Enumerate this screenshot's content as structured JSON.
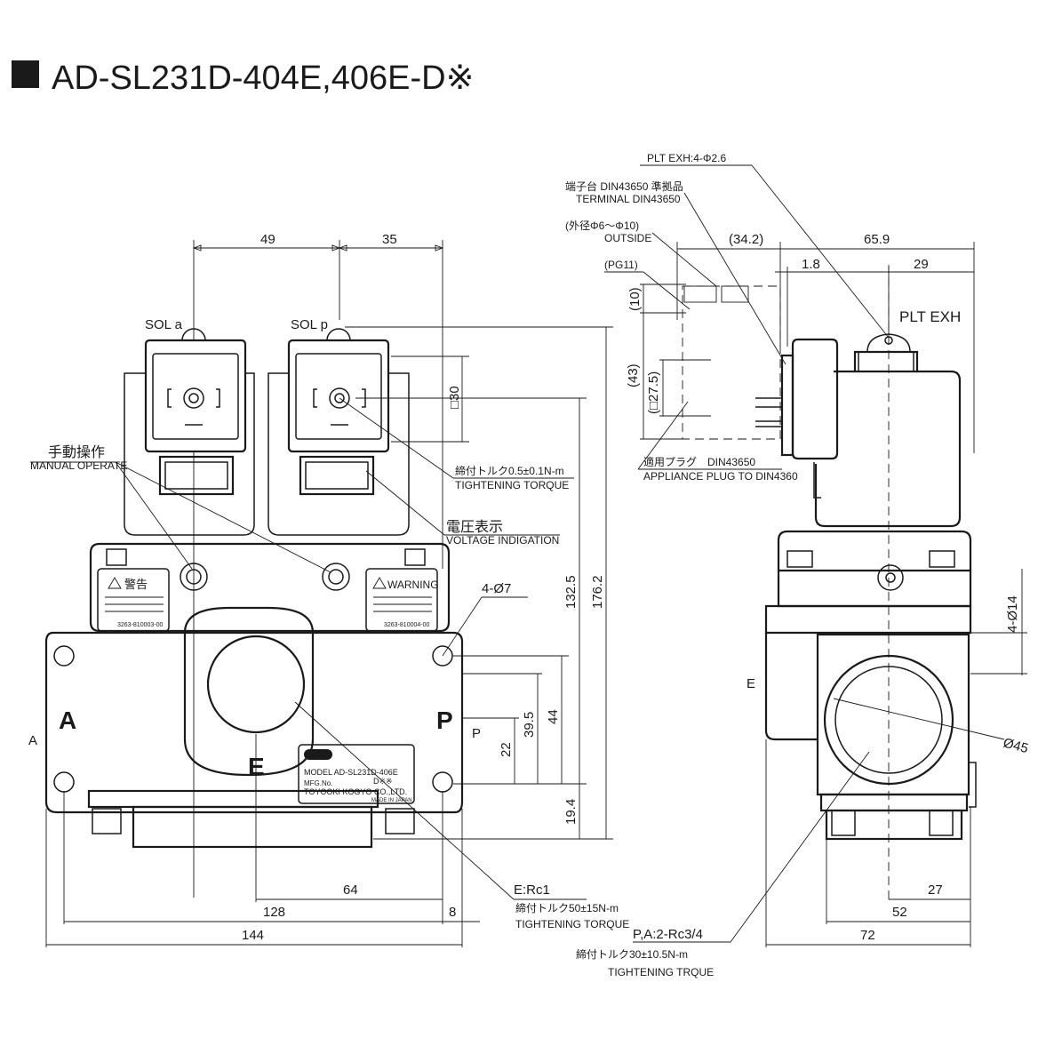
{
  "title": "AD-SL231D-404E,406E-D※",
  "front_view": {
    "dims_top": [
      "49",
      "35"
    ],
    "sol_a": "SOL a",
    "sol_p": "SOL p",
    "manual_operate_jp": "手動操作",
    "manual_operate_en": "MANUAL OPERATE",
    "torque_jp": "締付トルク0.5±0.1N-m",
    "torque_en": "TIGHTENING TORQUE",
    "voltage_jp": "電圧表示",
    "voltage_en": "VOLTAGE INDIGATION",
    "holes": "4-Ø7",
    "dim_30": "□30",
    "dim_1325": "132.5",
    "dim_1762": "176.2",
    "dim_395": "39.5",
    "dim_44": "44",
    "dim_22": "22",
    "dim_194": "19.4",
    "port_a": "A",
    "port_p": "P",
    "port_e": "E",
    "port_a_side": "A",
    "port_p_side": "P",
    "warning_jp": "警告",
    "warning_en": "WARNING",
    "warning_code_left": "3263-810003-00",
    "warning_code_right": "3263-810004-00",
    "nameplate_model": "MODEL AD-SL231D-406E",
    "nameplate_suffix": "D※※",
    "nameplate_mfg": "MFG.No.",
    "nameplate_company": "TOYOOKI KOGYO CO.,LTD.",
    "nameplate_made": "MADE IN JAPAN",
    "e_rc_label": "E:Rc1",
    "e_torque_jp": "締付トルク50±15N-m",
    "e_torque_en": "TIGHTENING TORQUE",
    "dim_64": "64",
    "dim_128": "128",
    "dim_8": "8",
    "dim_144": "144"
  },
  "side_view": {
    "plt_exh_holes": "PLT EXH:4-Φ2.6",
    "terminal_jp": "端子台 DIN43650 準拠品",
    "terminal_en": "TERMINAL DIN43650",
    "outside_jp": "(外径Φ6～Φ10)",
    "outside_en": "OUTSIDE",
    "pg11": "(PG11)",
    "dim_342": "(34.2)",
    "dim_659": "65.9",
    "dim_18": "1.8",
    "dim_29": "29",
    "plt_exh": "PLT EXH",
    "dim_10": "(10)",
    "dim_43": "(43)",
    "dim_275": "(□27.5)",
    "plug_jp": "適用プラグ　DIN43650",
    "plug_en": "APPLIANCE PLUG TO DIN4360",
    "dim_4phi14": "4-Ø14",
    "port_e": "E",
    "dim_phi45": "Ø45",
    "dim_27": "27",
    "dim_52": "52",
    "dim_72": "72",
    "pa_rc_label": "P,A:2-Rc3/4",
    "pa_torque_jp": "締付トルク30±10.5N-m",
    "pa_torque_en": "TIGHTENING TRQUE"
  }
}
